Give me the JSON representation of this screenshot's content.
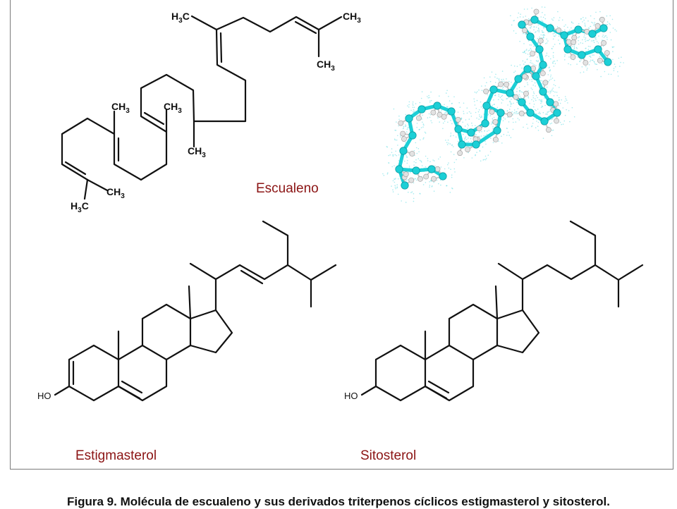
{
  "labels": {
    "ch3": "CH",
    "h3c": "H",
    "sub3": "3",
    "c": "C",
    "ho": "HO"
  },
  "names": {
    "squalene": "Escualeno",
    "stigmasterol": "Estigmasterol",
    "sitosterol": "Sitosterol"
  },
  "caption": "Figura 9. Molécula de escualeno y sus derivados triterpenos cíclicos estigmasterol y sitosterol.",
  "colors": {
    "name_text": "#8b1414",
    "carbon_atom": "#1ccfd6",
    "hydrogen_atom": "#e2e2e2",
    "surface_dots": "#7fe3e8"
  }
}
